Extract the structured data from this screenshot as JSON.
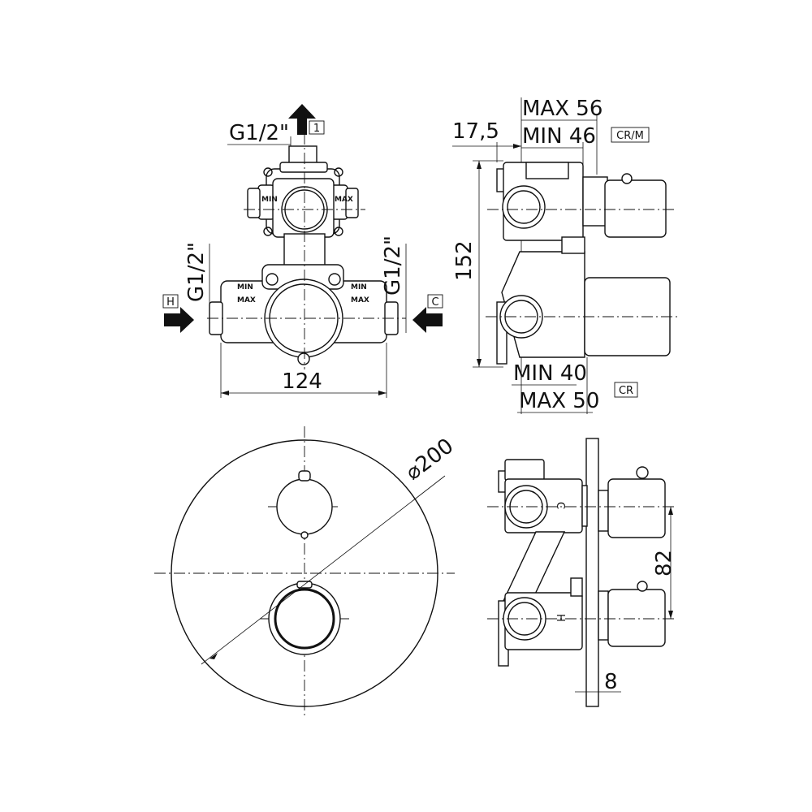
{
  "front_view": {
    "top_thread": "G1/2\"",
    "left_thread": "G1/2\"",
    "right_thread": "G1/2\"",
    "outlet_tag": "1",
    "hot_tag": "H",
    "cold_tag": "C",
    "width_dim": "124",
    "min_label": "MIN",
    "max_label": "MAX"
  },
  "side_view": {
    "max_top": "MAX 56",
    "min_top": "MIN 46",
    "offset_dim": "17,5",
    "height_dim": "152",
    "min_bottom": "MIN 40",
    "max_bottom": "MAX 50",
    "crm_tag": "CR/M",
    "cr_tag": "CR"
  },
  "plate_view": {
    "diameter_dim": "⌀200"
  },
  "finished_side_view": {
    "spacing_dim": "82",
    "plate_thickness_dim": "8",
    "handle_mark_top": "C",
    "handle_mark_bottom": "H"
  }
}
